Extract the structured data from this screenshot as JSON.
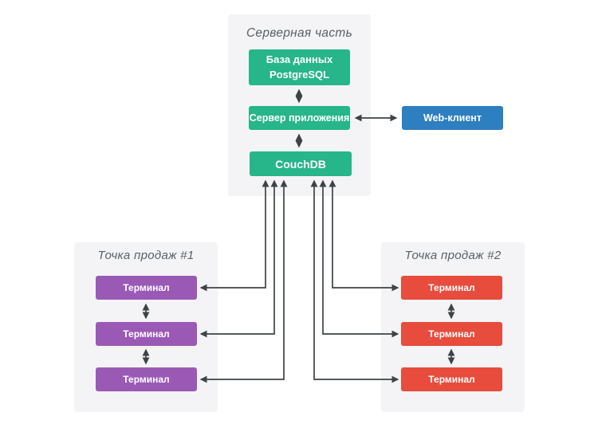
{
  "diagram": {
    "server_section": {
      "title": "Серверная часть",
      "postgres_label_line1": "База данных",
      "postgres_label_line2": "PostgreSQL",
      "app_server_label": "Сервер приложения",
      "couchdb_label": "CouchDB"
    },
    "web_client_label": "Web-клиент",
    "pos1": {
      "title": "Точка продаж #1",
      "terminals": [
        "Терминал",
        "Терминал",
        "Терминал"
      ]
    },
    "pos2": {
      "title": "Точка продаж #2",
      "terminals": [
        "Терминал",
        "Терминал",
        "Терминал"
      ]
    },
    "colors": {
      "server_node_green": "#27b58a",
      "web_client_blue": "#2d7fc0",
      "pos1_terminal_purple": "#9b59b6",
      "pos2_terminal_red": "#e74c3c",
      "container_bg": "#f4f4f6",
      "connector_line": "#3e4347",
      "title_text": "#596067",
      "background": "#ffffff"
    },
    "connections": [
      "База данных PostgreSQL <-> Сервер приложения",
      "Сервер приложения <-> Web-клиент",
      "Сервер приложения <-> CouchDB",
      "CouchDB <-> Точка продаж #1 Терминал 1",
      "CouchDB <-> Точка продаж #1 Терминал 2",
      "CouchDB <-> Точка продаж #1 Терминал 3",
      "CouchDB <-> Точка продаж #2 Терминал 1",
      "CouchDB <-> Точка продаж #2 Терминал 2",
      "CouchDB <-> Точка продаж #2 Терминал 3",
      "Точка продаж #1: Терминал 1 <-> Терминал 2 <-> Терминал 3",
      "Точка продаж #2: Терминал 1 <-> Терминал 2 <-> Терминал 3"
    ]
  }
}
